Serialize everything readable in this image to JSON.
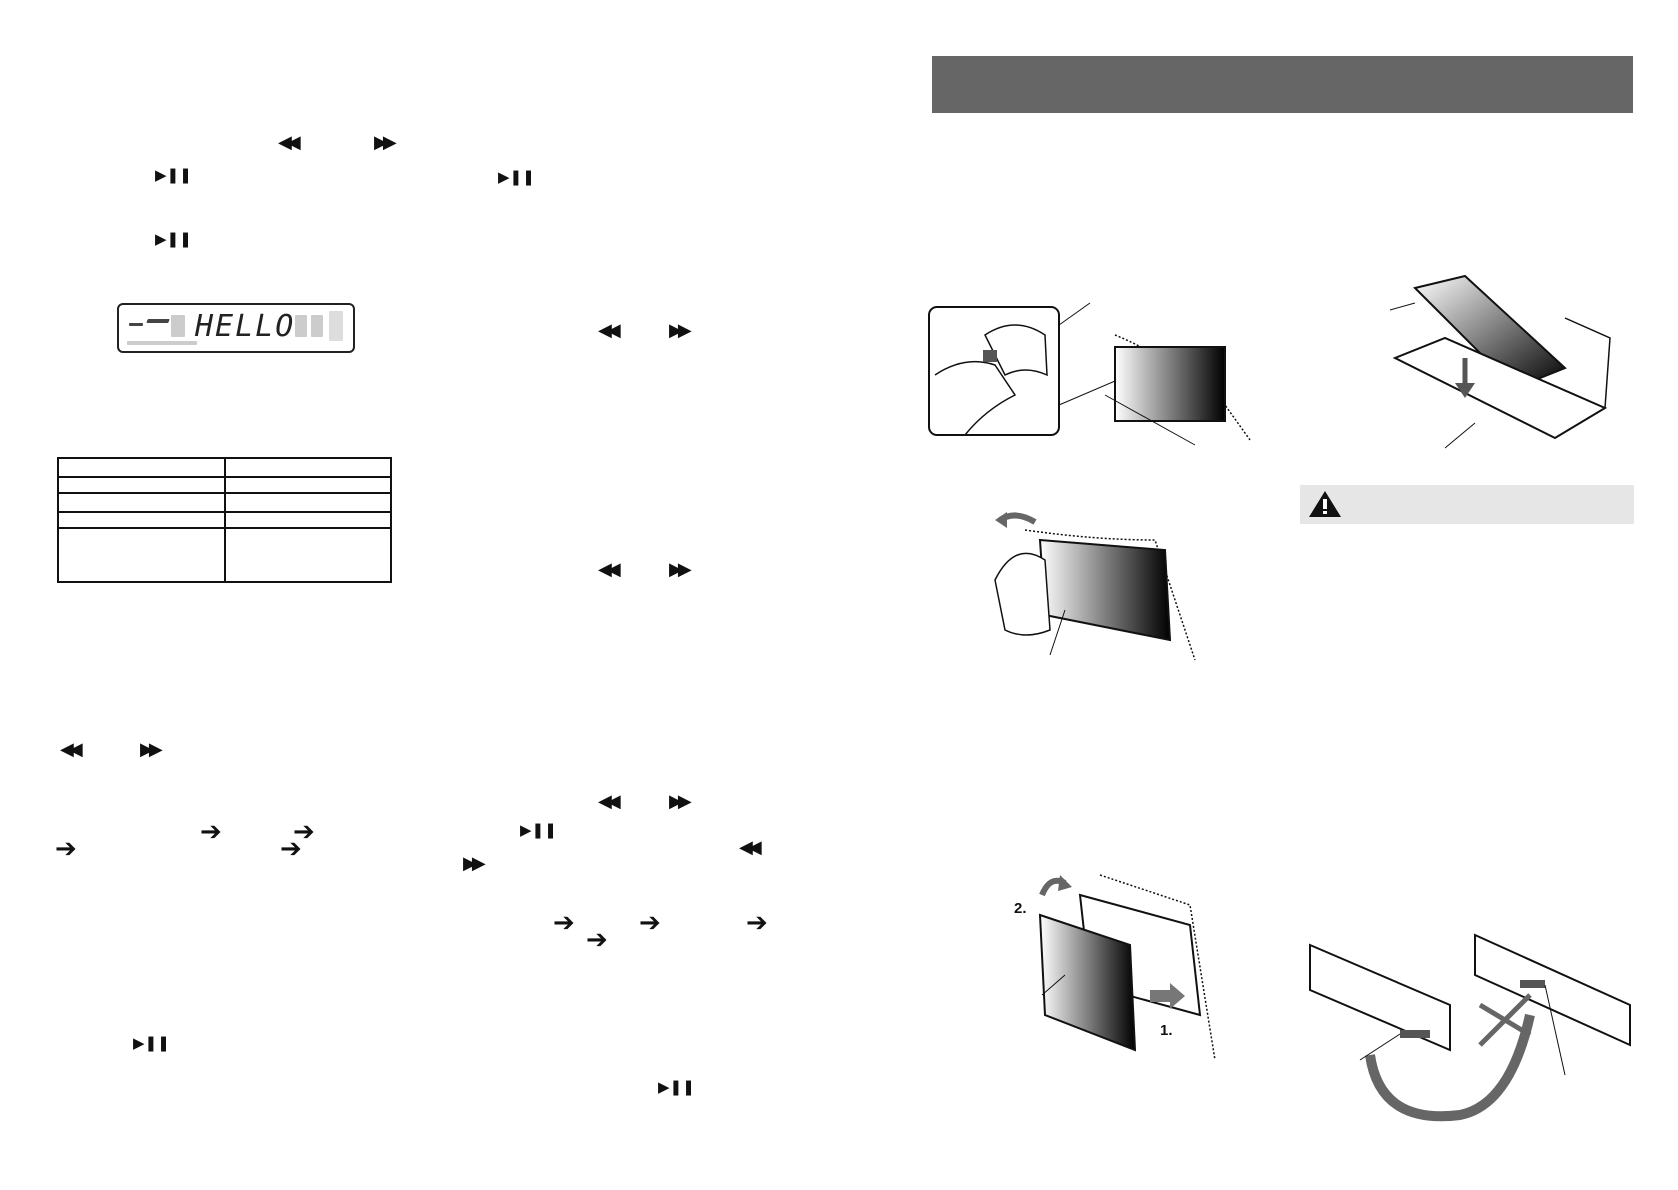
{
  "icons": {
    "prev": "rewind-icon",
    "next": "fast-forward-icon",
    "play_pause": "play-pause-icon",
    "arrow": "right-arrow-icon",
    "warning": "warning-triangle-icon"
  },
  "display": {
    "text": "HELLO"
  },
  "figure_labels": {
    "step_one": "1.",
    "step_two": "2."
  },
  "colors": {
    "header_bar": "#666666",
    "warning_bar": "#e6e6e6",
    "arrow_fill": "#777777"
  }
}
